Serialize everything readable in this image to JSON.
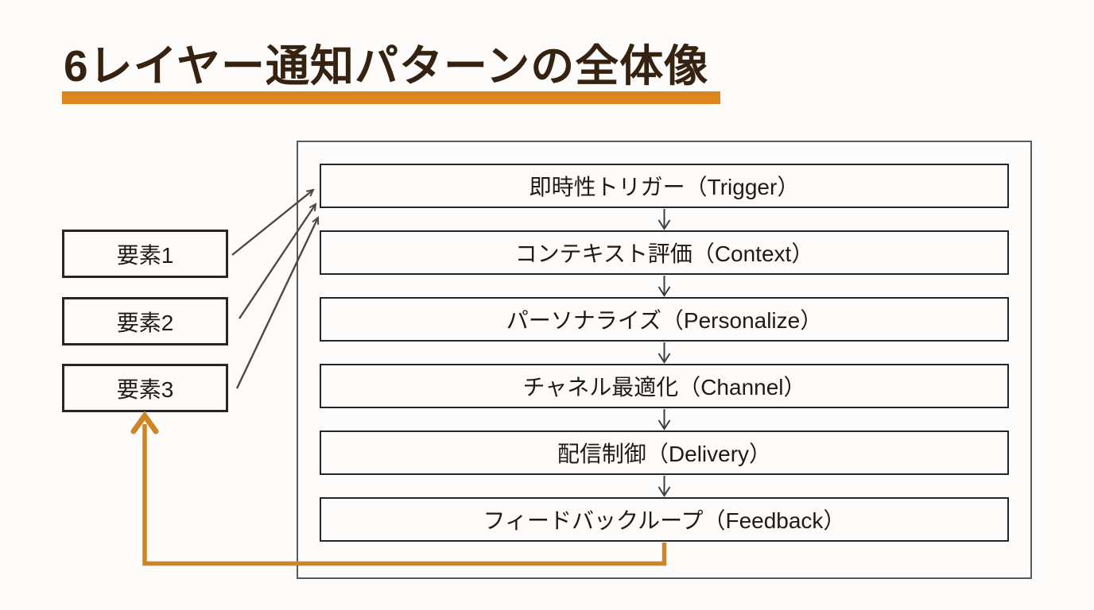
{
  "slide": {
    "title": "6レイヤー通知パターンの全体像"
  },
  "elements": [
    {
      "label": "要素1"
    },
    {
      "label": "要素2"
    },
    {
      "label": "要素3"
    }
  ],
  "layers": [
    {
      "label": "即時性トリガー（Trigger）"
    },
    {
      "label": "コンテキスト評価（Context）"
    },
    {
      "label": "パーソナライズ（Personalize）"
    },
    {
      "label": "チャネル最適化（Channel）"
    },
    {
      "label": "配信制御（Delivery）"
    },
    {
      "label": "フィードバックループ（Feedback）"
    }
  ],
  "colors": {
    "title_text": "#362210",
    "title_underline_orange": "#dc861e",
    "feedback_arrow_orange": "#cf8526",
    "layer_box_border": "#262626",
    "element_box_border": "#2a2521",
    "container_border_gray": "#5a5a5a",
    "flow_arrow_gray": "#3d3d3d",
    "element_arrow_gray": "#4d4844",
    "body_text": "#1e1a17",
    "background": "#fdfcfb"
  }
}
